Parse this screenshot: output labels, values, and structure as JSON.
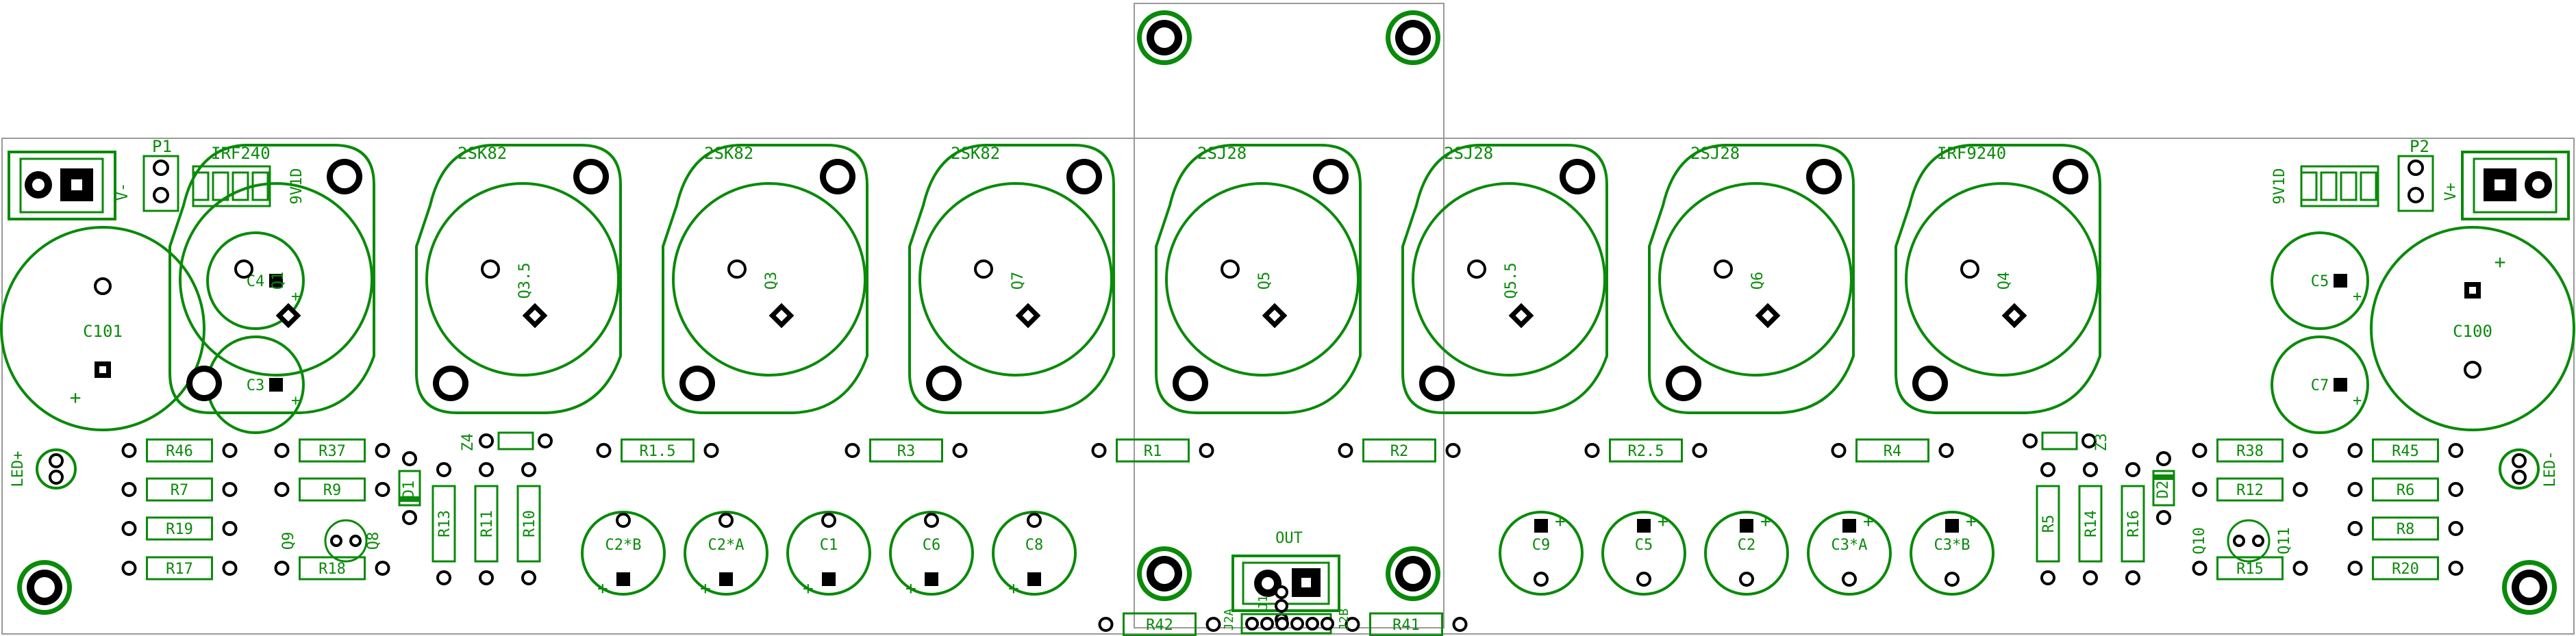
{
  "board": {
    "connectors": {
      "p1": "P1",
      "p2": "P2",
      "v_plus": "V+",
      "v_minus": "V-",
      "led_plus": "LED+",
      "led_minus": "LED-",
      "out": "OUT",
      "j1": "J1",
      "j2a": "J2A",
      "j2b": "J2B",
      "z_left": "9V1D",
      "z_right": "9V1D"
    },
    "transistors": [
      {
        "ref": "Q1",
        "part": "IRF240"
      },
      {
        "ref": "Q3.5",
        "part": "2SK82"
      },
      {
        "ref": "Q3",
        "part": "2SK82"
      },
      {
        "ref": "Q7",
        "part": "2SK82"
      },
      {
        "ref": "Q5",
        "part": "2SJ28"
      },
      {
        "ref": "Q5.5",
        "part": "2SJ28"
      },
      {
        "ref": "Q6",
        "part": "2SJ28"
      },
      {
        "ref": "Q4",
        "part": "IRF9240"
      }
    ],
    "big_caps": {
      "left": "C101",
      "right": "C100"
    },
    "small_caps": {
      "c4": "C4",
      "c3": "C3",
      "c5": "C5",
      "c7": "C7"
    },
    "gate_resistors": [
      "R1.5",
      "R3",
      "R1",
      "R2",
      "R2.5",
      "R4"
    ],
    "left_resistors": [
      "R46",
      "R37",
      "R7",
      "R9",
      "R19",
      "R17",
      "R18"
    ],
    "right_resistors": [
      "R38",
      "R45",
      "R12",
      "R6",
      "R8",
      "R15",
      "R20"
    ],
    "vertical_resistors": {
      "left": [
        "R13",
        "R11",
        "R10"
      ],
      "right": [
        "R5",
        "R14",
        "R16"
      ]
    },
    "bottom_resistors": {
      "left": "R42",
      "right": "R41"
    },
    "diodes": {
      "d1": "D1",
      "d2": "D2",
      "z4": "Z4",
      "z3": "Z3"
    },
    "small_transistors": {
      "q9": "Q9",
      "q8": "Q8",
      "q10": "Q10",
      "q11": "Q11"
    },
    "electrolytics_left": [
      "C2*B",
      "C2*A",
      "C1",
      "C6",
      "C8"
    ],
    "electrolytics_right": [
      "C9",
      "C5",
      "C2",
      "C3*A",
      "C3*B"
    ],
    "plus_sign": "+"
  }
}
